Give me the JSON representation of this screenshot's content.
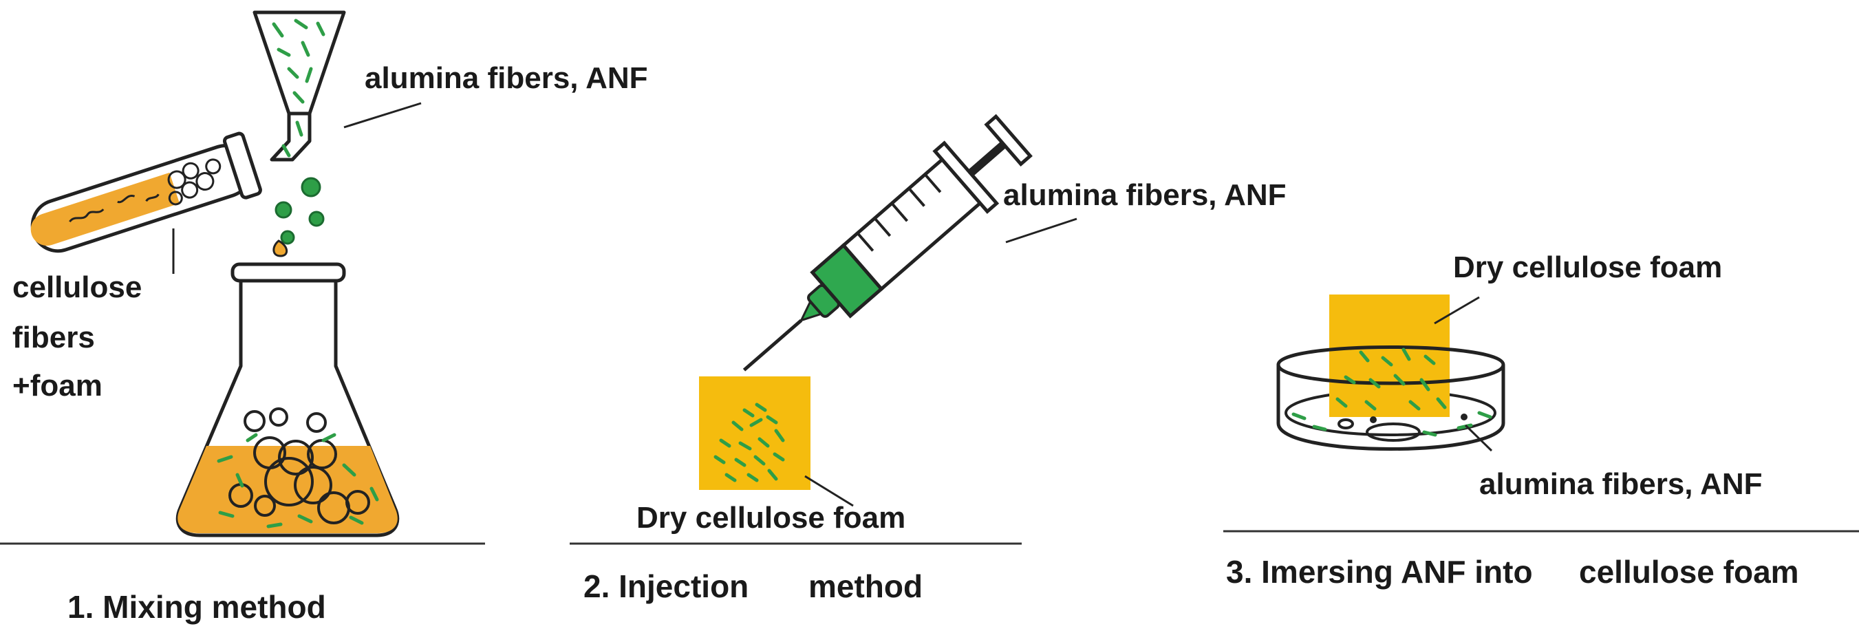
{
  "colors": {
    "liquid": "#F0A830",
    "foam_block": "#F5BC0E",
    "fiber": "#2E9E47",
    "syringe_green": "#2FA84F",
    "outline": "#222222"
  },
  "panel1": {
    "fiber_label": "alumina fibers, ANF",
    "tube_label_line1": "cellulose",
    "tube_label_line2": "fibers",
    "tube_label_line3": "+foam",
    "caption": "1. Mixing method"
  },
  "panel2": {
    "fiber_label": "alumina fibers, ANF",
    "foam_label": "Dry cellulose foam",
    "caption_part1": "2. Injection",
    "caption_part2": "method"
  },
  "panel3": {
    "foam_label": "Dry cellulose foam",
    "fiber_label": "alumina fibers, ANF",
    "caption_part1": "3. Imersing ANF into",
    "caption_part2": "cellulose foam"
  }
}
